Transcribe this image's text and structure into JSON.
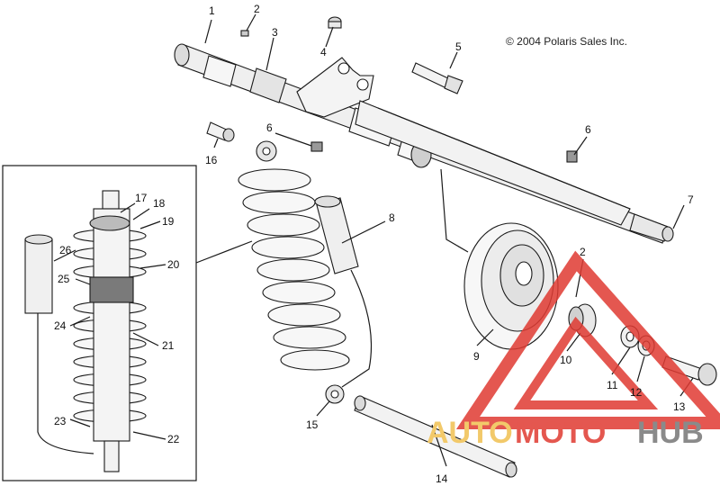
{
  "copyright": "© 2004 Polaris Sales Inc.",
  "callouts": {
    "c1": "1",
    "c2a": "2",
    "c3": "3",
    "c4": "4",
    "c5": "5",
    "c6a": "6",
    "c6b": "6",
    "c7": "7",
    "c8": "8",
    "c2b": "2",
    "c9": "9",
    "c10": "10",
    "c11": "11",
    "c12": "12",
    "c13": "13",
    "c14": "14",
    "c15": "15",
    "c16": "16",
    "c17": "17",
    "c18": "18",
    "c19": "19",
    "c20": "20",
    "c21": "21",
    "c22": "22",
    "c23": "23",
    "c24": "24",
    "c25": "25",
    "c26": "26"
  },
  "watermark": {
    "part1": "AUTO",
    "part2": "MOTO",
    "part3": "HUB",
    "color_auto": "#f2c96a",
    "color_moto": "#e4574f",
    "color_hub": "#8a8a8a",
    "logo_color": "#e03a32"
  },
  "colors": {
    "line": "#1a1a1a",
    "part_fill": "#f2f2f2",
    "shade": "#bdbdbd",
    "background": "#ffffff"
  }
}
